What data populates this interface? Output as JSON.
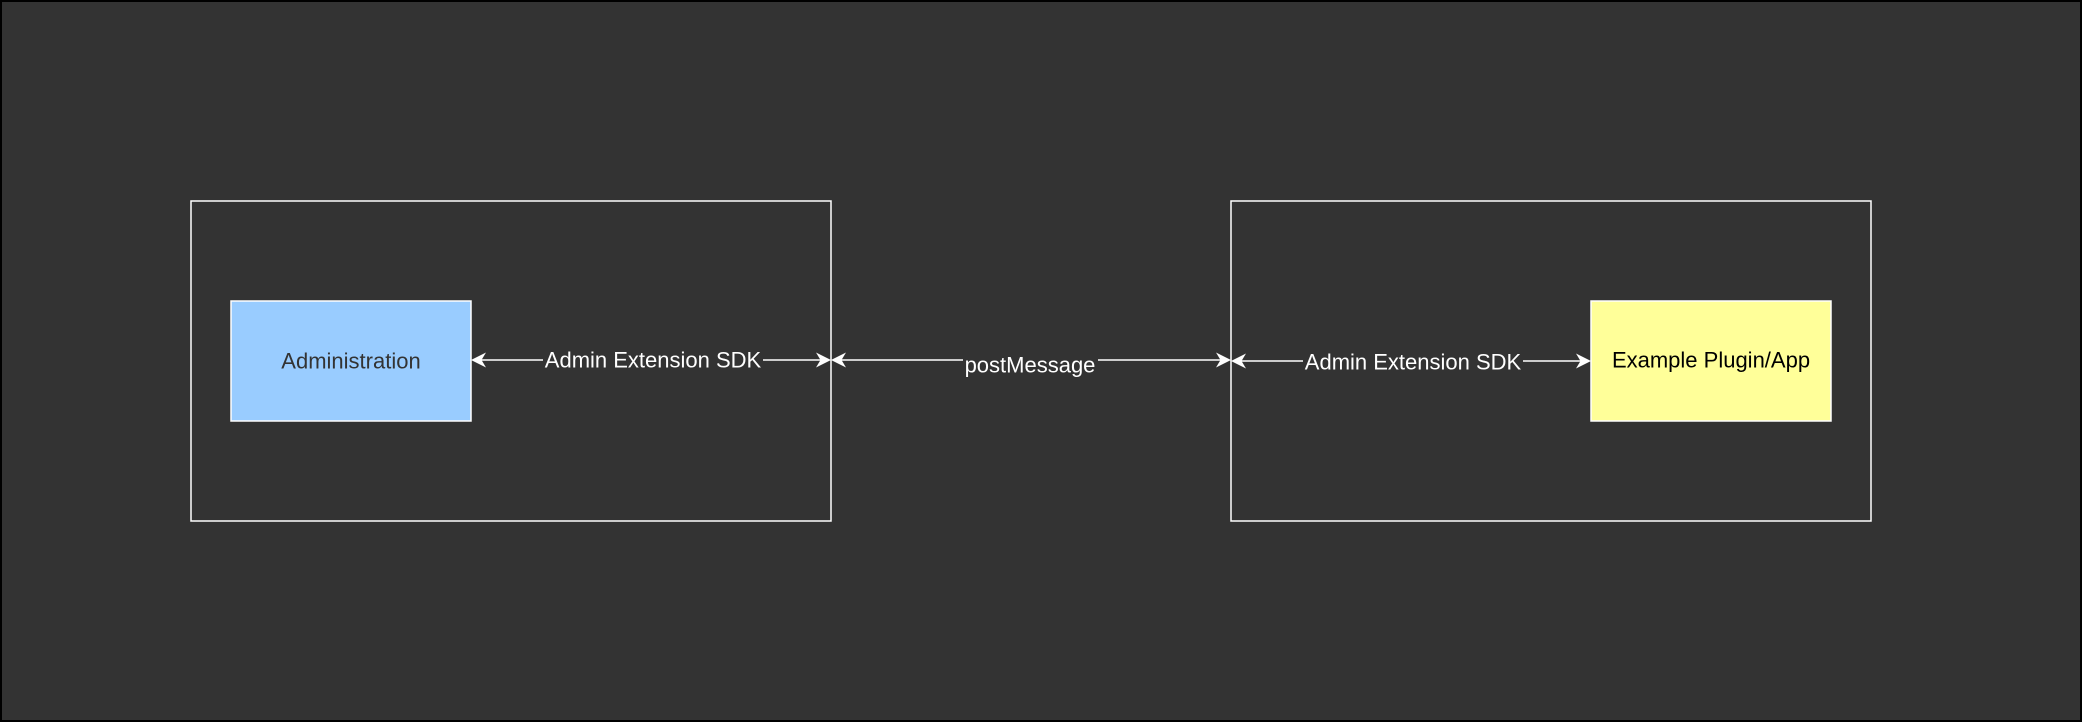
{
  "diagram": {
    "colors": {
      "background": "#333333",
      "line": "#ffffff",
      "label": "#ffffff",
      "administration_fill": "#99ccff",
      "administration_text": "#333333",
      "plugin_fill": "#ffff99",
      "plugin_text": "#000000"
    },
    "nodes": {
      "administration": {
        "label": "Administration"
      },
      "plugin": {
        "label": "Example Plugin/App"
      }
    },
    "edges": {
      "left_sdk": {
        "label": "Admin Extension SDK",
        "direction": "bidirectional"
      },
      "post_message": {
        "label": "postMessage",
        "direction": "bidirectional"
      },
      "right_sdk": {
        "label": "Admin Extension SDK",
        "direction": "bidirectional"
      }
    }
  }
}
